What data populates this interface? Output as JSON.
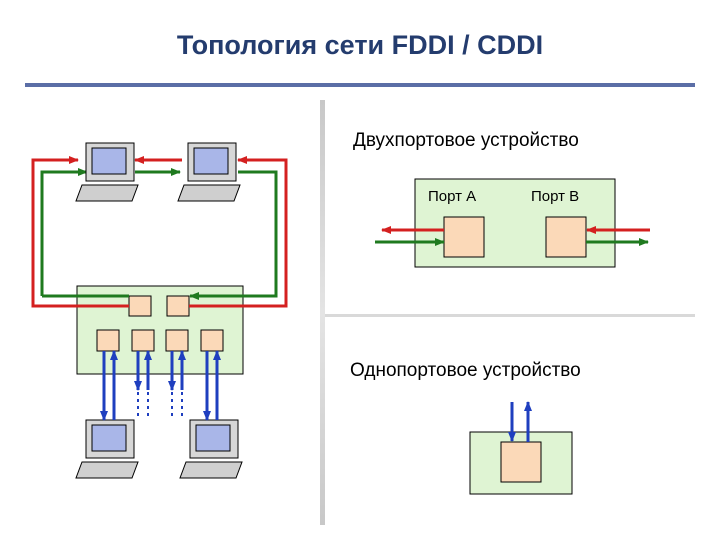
{
  "title": "Топология сети FDDI / CDDI",
  "dual_port": {
    "heading": "Двухпортовое устройство",
    "port_a": "Порт A",
    "port_b": "Порт B"
  },
  "single_port": {
    "heading": "Однопортовое устройство"
  },
  "colors": {
    "title": "#243C6E",
    "rule": "#5B6EA6",
    "ring_primary": "#D42020",
    "ring_secondary": "#1F7A1F",
    "link": "#1F3FBF",
    "concentrator_fill": "#DFF4D3",
    "port_fill": "#FBD9B8"
  }
}
